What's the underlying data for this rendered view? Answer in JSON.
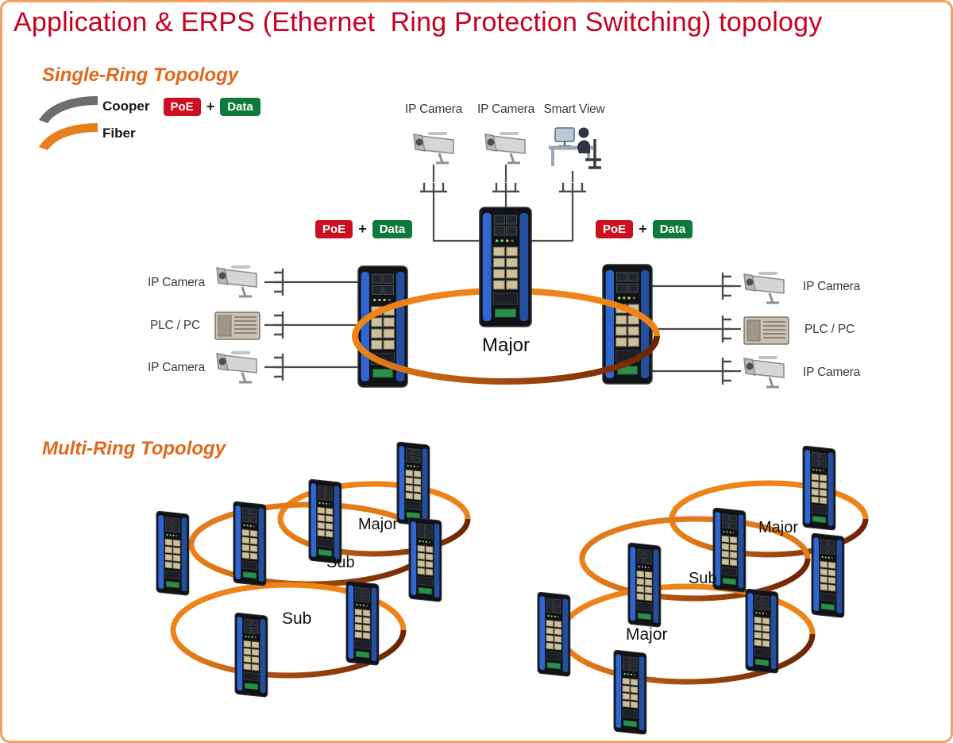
{
  "title": "Application & ERPS (Ethernet  Ring Protection Switching) topology",
  "legend": {
    "cooper": "Cooper",
    "fiber": "Fiber",
    "poe": "PoE",
    "plus": "+",
    "data": "Data"
  },
  "single_ring": {
    "heading": "Single-Ring Topology",
    "ring_label": "Major",
    "top": {
      "camera1": "IP Camera",
      "camera2": "IP Camera",
      "smart_view": "Smart View"
    },
    "left": {
      "camera_top": "IP Camera",
      "plc": "PLC / PC",
      "camera_bottom": "IP Camera"
    },
    "right": {
      "camera_top": "IP Camera",
      "plc": "PLC / PC",
      "camera_bottom": "IP Camera"
    },
    "badge_left": {
      "poe": "PoE",
      "plus": "+",
      "data": "Data"
    },
    "badge_right": {
      "poe": "PoE",
      "plus": "+",
      "data": "Data"
    }
  },
  "multi_ring": {
    "heading": "Multi-Ring Topology",
    "left_cluster": {
      "major": "Major",
      "sub_mid": "Sub",
      "sub_bottom": "Sub"
    },
    "right_cluster": {
      "major_top": "Major",
      "sub": "Sub",
      "major_bottom": "Major"
    }
  },
  "icons": {
    "switch": "network-switch-icon",
    "ip_camera": "cctv-camera-icon",
    "plc": "plc-device-icon",
    "smart_view": "operator-desk-icon",
    "drop_connector": "multi-drop-connector-icon",
    "copper_swoosh": "copper-cable-swoosh-icon",
    "fiber_swoosh": "fiber-cable-swoosh-icon"
  },
  "colors": {
    "title_red": "#c9001f",
    "section_orange": "#e2681a",
    "poe_badge_red": "#cc1020",
    "data_badge_green": "#0e7a38",
    "fiber_orange": "#ee8318",
    "ring_shadow_brown": "#6b2404",
    "copper_gray": "#6d6d6d",
    "switch_blue": "#2f66d0",
    "page_border": "#f2a05e"
  }
}
